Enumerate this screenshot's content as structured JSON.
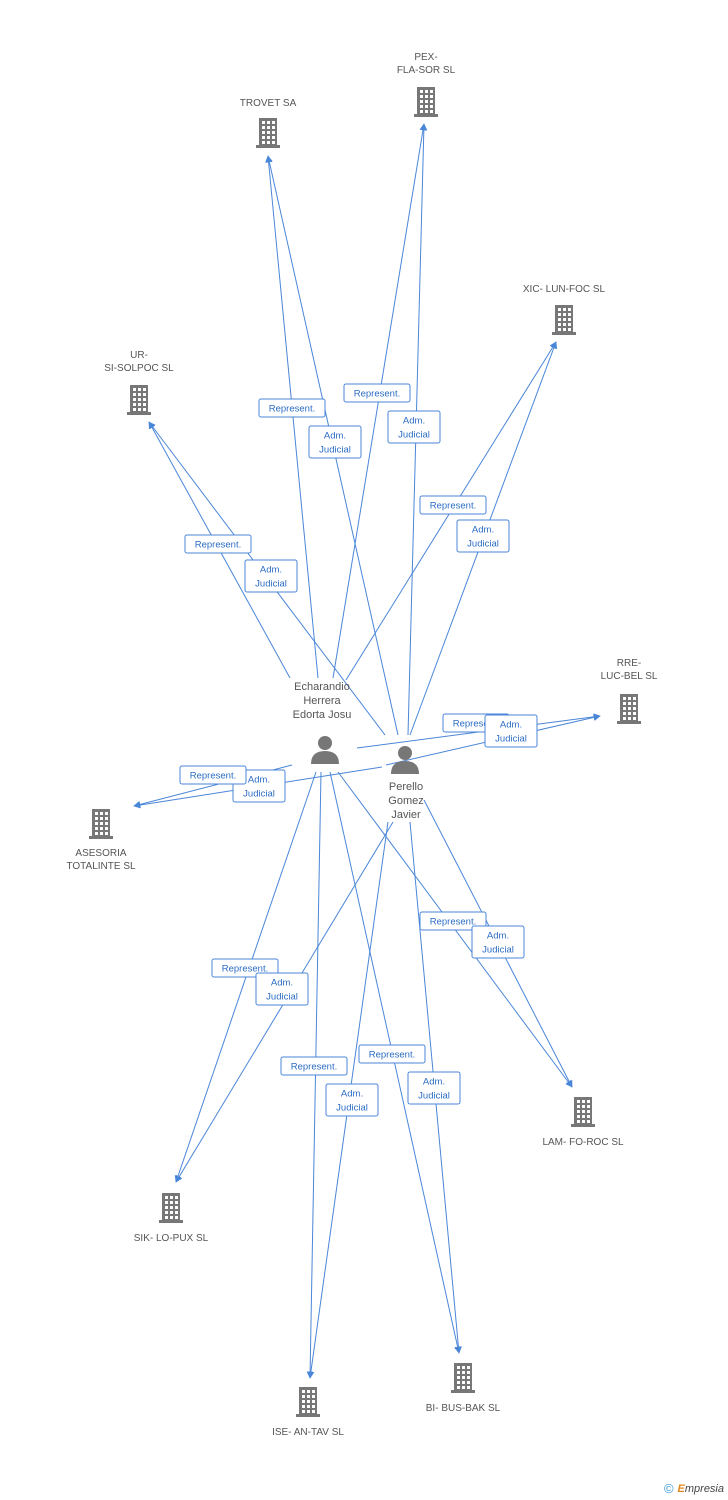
{
  "people": [
    {
      "id": "echarandio",
      "lines": [
        "Echarandio",
        "Herrera",
        "Edorta Josu"
      ]
    },
    {
      "id": "perello",
      "lines": [
        "Perello",
        "Gomez",
        "Javier"
      ]
    }
  ],
  "companies": [
    {
      "id": "trovet",
      "lines": [
        "TROVET SA"
      ]
    },
    {
      "id": "pex",
      "lines": [
        "PEX-",
        "FLA-SOR SL"
      ]
    },
    {
      "id": "xic",
      "lines": [
        "XIC- LUN-FOC SL"
      ]
    },
    {
      "id": "ur",
      "lines": [
        "UR-",
        "SI-SOLPOC SL"
      ]
    },
    {
      "id": "rre",
      "lines": [
        "RRE-",
        "LUC-BEL SL"
      ]
    },
    {
      "id": "asesoria",
      "lines": [
        "ASESORIA",
        "TOTALINTE SL"
      ]
    },
    {
      "id": "lam",
      "lines": [
        "LAM- FO-ROC SL"
      ]
    },
    {
      "id": "sik",
      "lines": [
        "SIK- LO-PUX SL"
      ]
    },
    {
      "id": "ise",
      "lines": [
        "ISE- AN-TAV SL"
      ]
    },
    {
      "id": "bi",
      "lines": [
        "BI- BUS-BAK SL"
      ]
    }
  ],
  "relations": [
    {
      "from": "echarandio",
      "to": "trovet",
      "label": [
        "Represent."
      ]
    },
    {
      "from": "perello",
      "to": "trovet",
      "label": [
        "Adm.",
        "Judicial"
      ]
    },
    {
      "from": "echarandio",
      "to": "pex",
      "label": [
        "Represent."
      ]
    },
    {
      "from": "perello",
      "to": "pex",
      "label": [
        "Adm.",
        "Judicial"
      ]
    },
    {
      "from": "echarandio",
      "to": "xic",
      "label": [
        "Represent."
      ]
    },
    {
      "from": "perello",
      "to": "xic",
      "label": [
        "Adm.",
        "Judicial"
      ]
    },
    {
      "from": "echarandio",
      "to": "ur",
      "label": [
        "Represent."
      ]
    },
    {
      "from": "perello",
      "to": "ur",
      "label": [
        "Adm.",
        "Judicial"
      ]
    },
    {
      "from": "echarandio",
      "to": "rre",
      "label": [
        "Represent."
      ]
    },
    {
      "from": "perello",
      "to": "rre",
      "label": [
        "Adm.",
        "Judicial"
      ]
    },
    {
      "from": "echarandio",
      "to": "asesoria",
      "label": [
        "Adm.",
        "Judicial"
      ]
    },
    {
      "from": "perello",
      "to": "asesoria",
      "label": [
        "Represent."
      ]
    },
    {
      "from": "echarandio",
      "to": "lam",
      "label": [
        "Represent."
      ]
    },
    {
      "from": "perello",
      "to": "lam",
      "label": [
        "Adm.",
        "Judicial"
      ]
    },
    {
      "from": "echarandio",
      "to": "sik",
      "label": [
        "Represent."
      ]
    },
    {
      "from": "perello",
      "to": "sik",
      "label": [
        "Adm.",
        "Judicial"
      ]
    },
    {
      "from": "echarandio",
      "to": "ise",
      "label": [
        "Represent."
      ]
    },
    {
      "from": "perello",
      "to": "ise",
      "label": [
        "Adm.",
        "Judicial"
      ]
    },
    {
      "from": "echarandio",
      "to": "bi",
      "label": [
        "Represent."
      ]
    },
    {
      "from": "perello",
      "to": "bi",
      "label": [
        "Adm.",
        "Judicial"
      ]
    }
  ],
  "footer": {
    "copyright_symbol": "©",
    "brand_initial": "E",
    "brand_rest": "mpresia"
  },
  "colors": {
    "edge": "#4a86d8",
    "icon": "#777777",
    "label": "#555555"
  }
}
